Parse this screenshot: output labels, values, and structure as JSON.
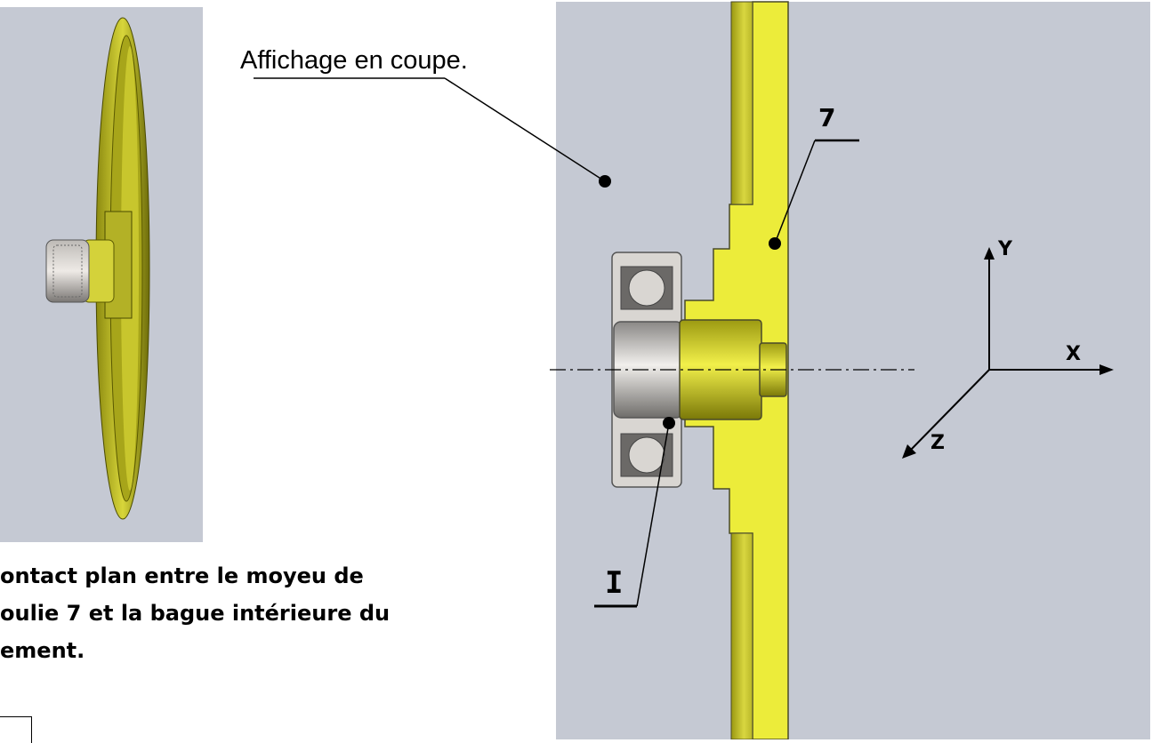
{
  "labels": {
    "section_view": "Affichage en coupe.",
    "part_7": "7",
    "point_i": "I",
    "axis_y": "Y",
    "axis_x": "X",
    "axis_z": "Z"
  },
  "caption": {
    "line1": "ontact plan entre le moyeu de",
    "line2": "oulie 7 et la bague intérieure du",
    "line3": "ement."
  },
  "colors": {
    "background_gray": "#c5c9d3",
    "part_yellow": "#ecec3a",
    "bearing_gray": "#d9d6d2",
    "outline": "#4a4a2a"
  }
}
